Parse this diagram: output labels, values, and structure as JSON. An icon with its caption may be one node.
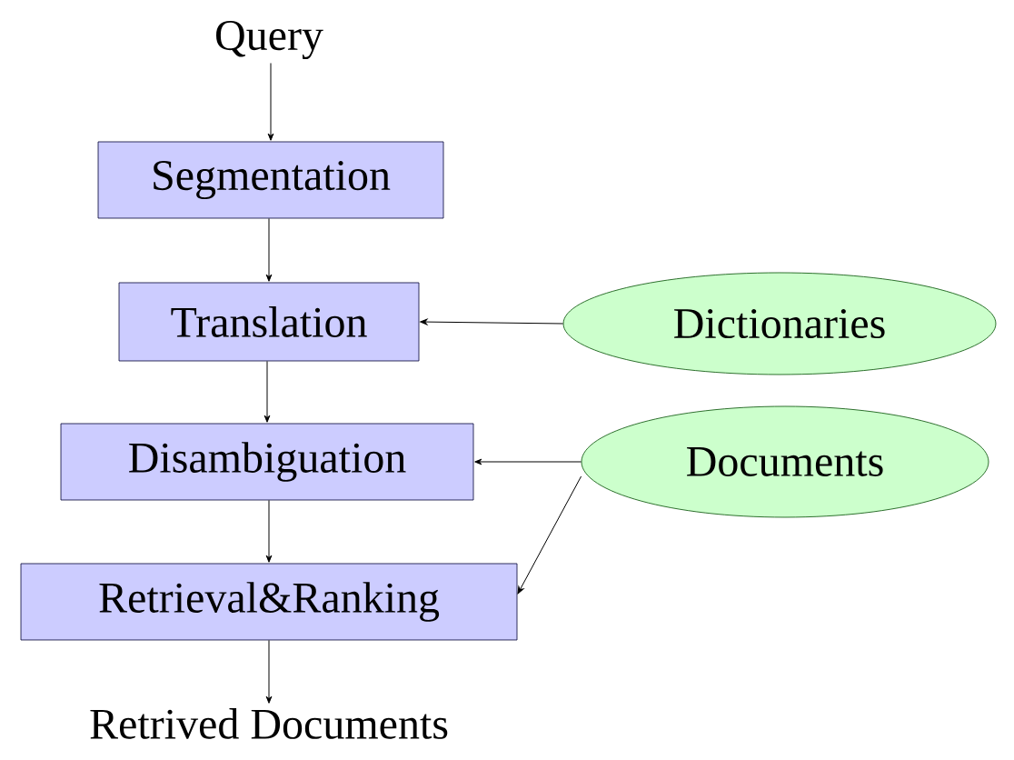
{
  "diagram": {
    "nodes": [
      {
        "text": [
          "Query"
        ]
      },
      {
        "text": [
          "Segmentation"
        ]
      },
      {
        "text": [
          "Translation"
        ]
      },
      {
        "text": [
          "Dictionaries"
        ]
      },
      {
        "text": [
          "Disambiguation"
        ]
      },
      {
        "text": [
          "Documents"
        ]
      },
      {
        "text": [
          "Retrieval&Ranking"
        ]
      },
      {
        "text": [
          "Retrived Documents"
        ]
      }
    ],
    "edges": [
      {
        "from": 0,
        "to": 1,
        "arrow": "to"
      },
      {
        "from": 1,
        "to": 2,
        "arrow": "to"
      },
      {
        "from": 2,
        "to": 4,
        "arrow": "to"
      },
      {
        "from": 4,
        "to": 6,
        "arrow": "to"
      },
      {
        "from": 6,
        "to": 7,
        "arrow": "to"
      },
      {
        "from": 3,
        "to": 2,
        "arrow": "to"
      },
      {
        "from": 5,
        "to": 4,
        "arrow": "to"
      },
      {
        "from": 5,
        "to": 6,
        "arrow": "to"
      }
    ]
  }
}
